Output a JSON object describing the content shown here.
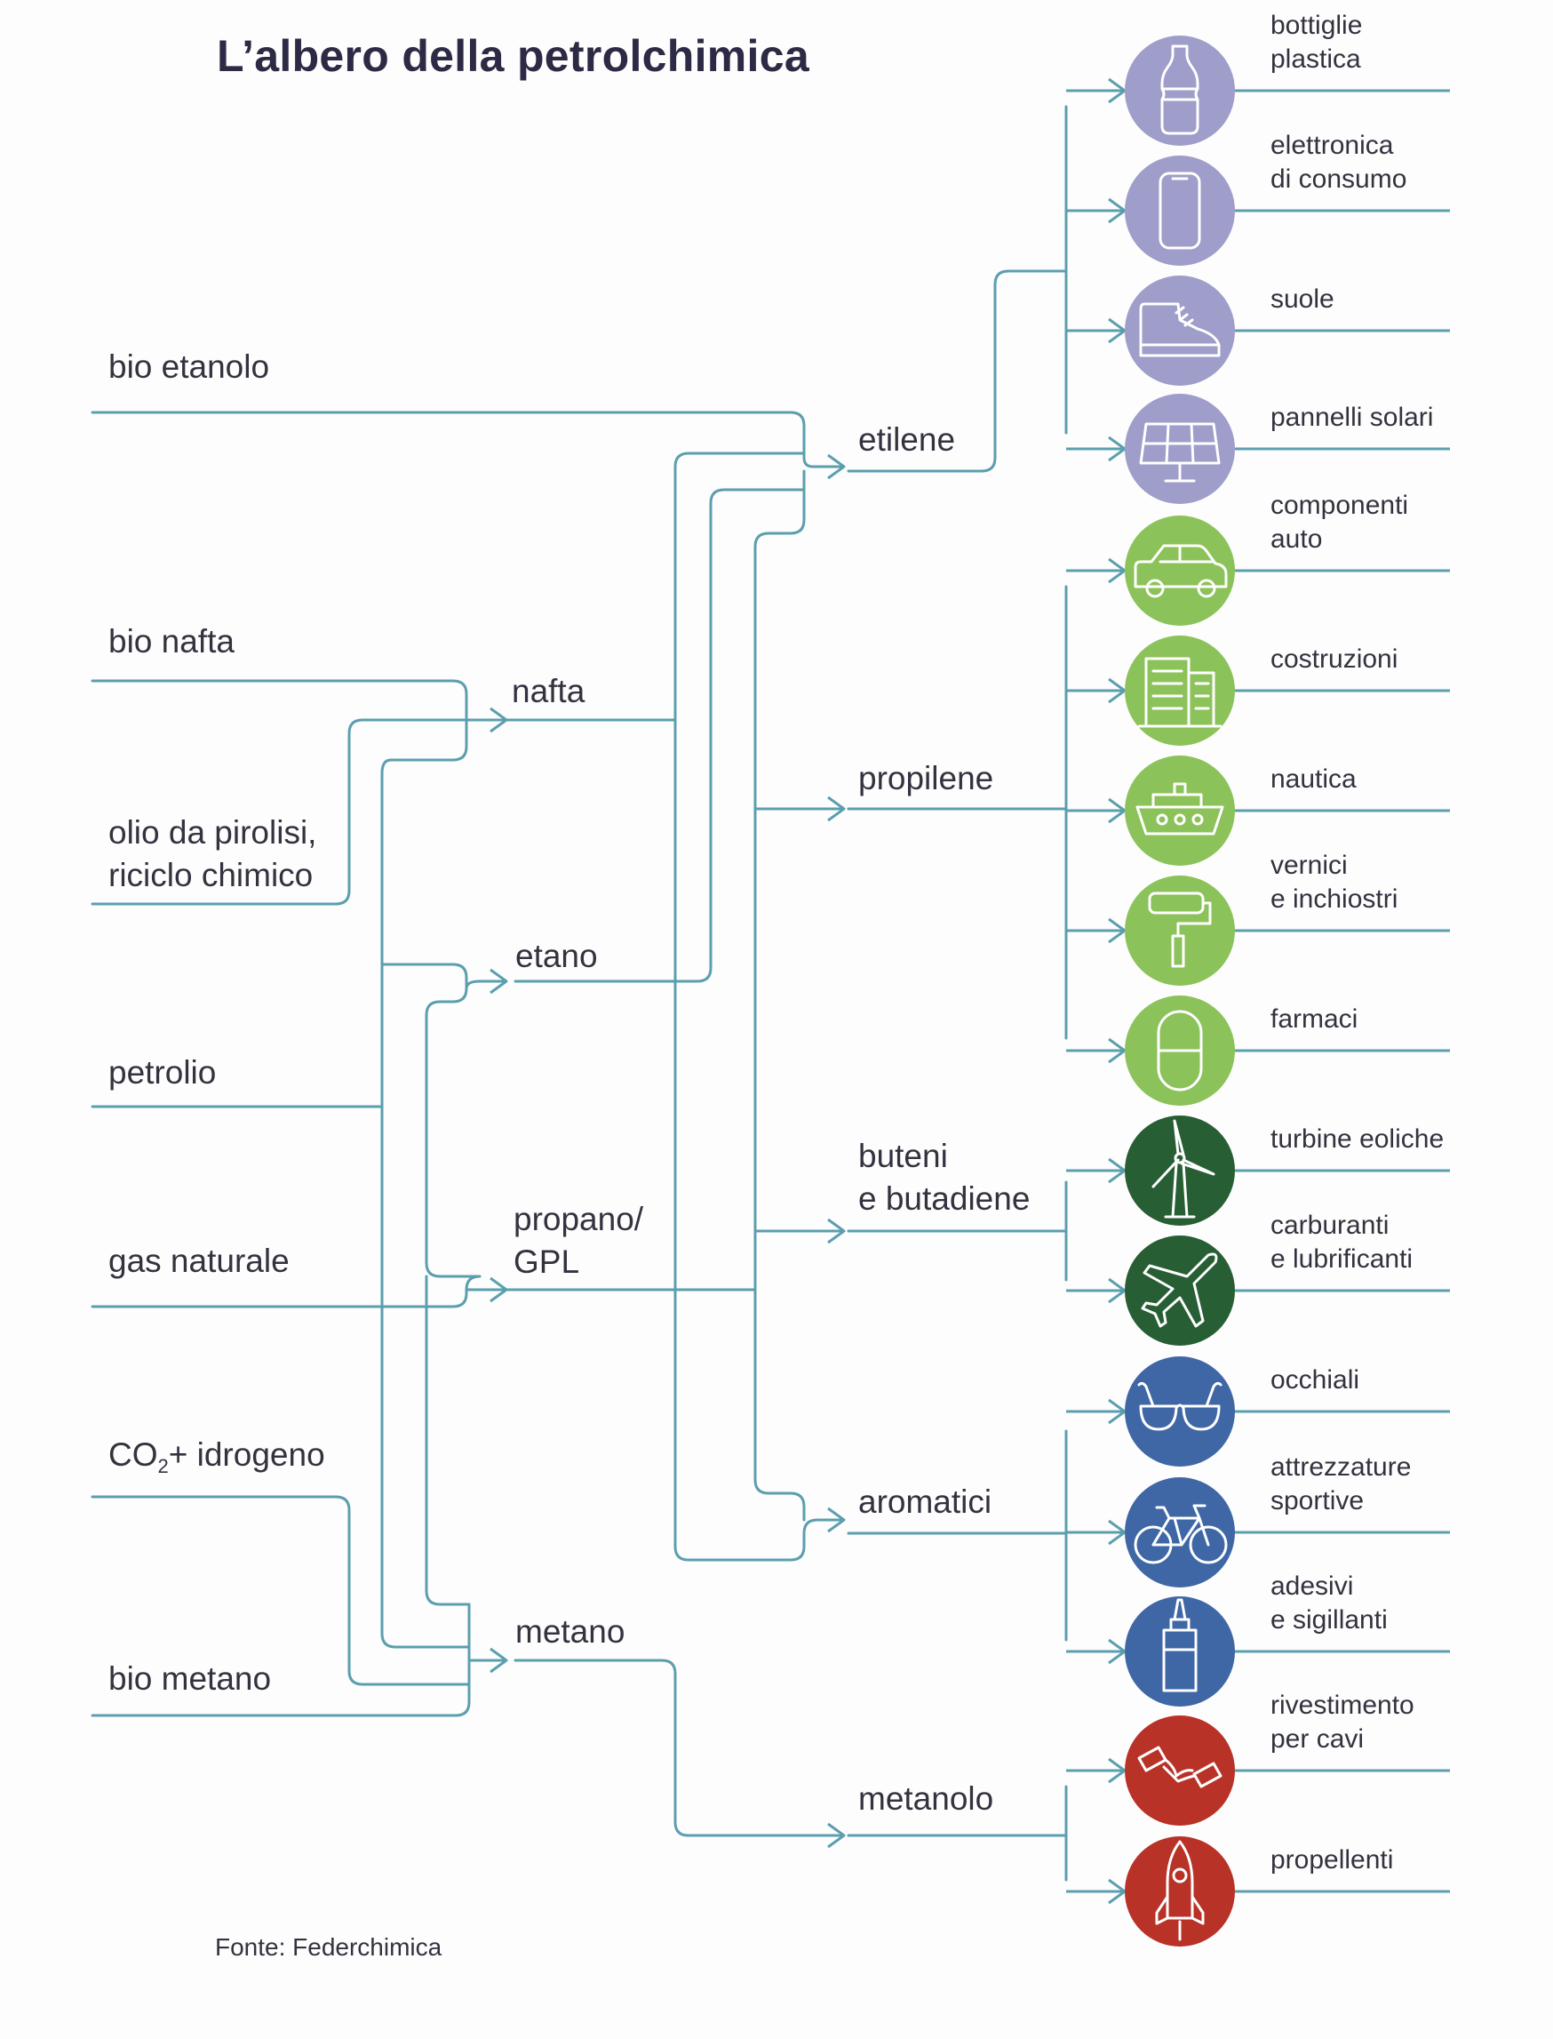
{
  "title": "L’albero della petrolchimica",
  "source_note": "Fonte: Federchimica",
  "colors": {
    "line": "#5b9fae",
    "title": "#2c2a44",
    "text": "#34323f",
    "purple": "#9f9dc9",
    "green": "#8cc25a",
    "dark_green": "#275e33",
    "blue": "#3f67a5",
    "red": "#b83228"
  },
  "sources": [
    {
      "id": "bio_etanolo",
      "label": "bio etanolo"
    },
    {
      "id": "bio_nafta",
      "label": "bio nafta"
    },
    {
      "id": "olio",
      "label_line1": "olio da pirolisi,",
      "label_line2": "riciclo chimico"
    },
    {
      "id": "petrolio",
      "label": "petrolio"
    },
    {
      "id": "gas_naturale",
      "label": "gas naturale"
    },
    {
      "id": "co2",
      "label_main": "CO",
      "label_sub": "2",
      "label_rest": "+ idrogeno"
    },
    {
      "id": "bio_metano",
      "label": "bio metano"
    }
  ],
  "feedstocks": [
    {
      "id": "nafta",
      "label": "nafta"
    },
    {
      "id": "etano",
      "label": "etano"
    },
    {
      "id": "propano",
      "label_line1": "propano/",
      "label_line2": "GPL"
    },
    {
      "id": "metano",
      "label": "metano"
    }
  ],
  "intermediates": [
    {
      "id": "etilene",
      "label": "etilene"
    },
    {
      "id": "propilene",
      "label": "propilene"
    },
    {
      "id": "buteni",
      "label_line1": "buteni",
      "label_line2": "e butadiene"
    },
    {
      "id": "aromatici",
      "label": "aromatici"
    },
    {
      "id": "metanolo",
      "label": "metanolo"
    }
  ],
  "products": [
    {
      "label_line1": "bottiglie",
      "label_line2": "plastica",
      "icon": "bottle-icon",
      "color": "purple"
    },
    {
      "label_line1": "elettronica",
      "label_line2": "di consumo",
      "icon": "smartphone-icon",
      "color": "purple"
    },
    {
      "label_line1": "suole",
      "label_line2": "",
      "icon": "shoe-icon",
      "color": "purple"
    },
    {
      "label_line1": "pannelli solari",
      "label_line2": "",
      "icon": "solar-panel-icon",
      "color": "purple"
    },
    {
      "label_line1": "componenti",
      "label_line2": "auto",
      "icon": "car-icon",
      "color": "green"
    },
    {
      "label_line1": "costruzioni",
      "label_line2": "",
      "icon": "buildings-icon",
      "color": "green"
    },
    {
      "label_line1": "nautica",
      "label_line2": "",
      "icon": "ship-icon",
      "color": "green"
    },
    {
      "label_line1": "vernici",
      "label_line2": "e inchiostri",
      "icon": "paint-roller-icon",
      "color": "green"
    },
    {
      "label_line1": "farmaci",
      "label_line2": "",
      "icon": "pill-icon",
      "color": "green"
    },
    {
      "label_line1": "turbine eoliche",
      "label_line2": "",
      "icon": "wind-turbine-icon",
      "color": "dark_green"
    },
    {
      "label_line1": "carburanti",
      "label_line2": "e lubrificanti",
      "icon": "airplane-icon",
      "color": "dark_green"
    },
    {
      "label_line1": "occhiali",
      "label_line2": "",
      "icon": "glasses-icon",
      "color": "blue"
    },
    {
      "label_line1": "attrezzature",
      "label_line2": "sportive",
      "icon": "bicycle-icon",
      "color": "blue"
    },
    {
      "label_line1": "adesivi",
      "label_line2": "e sigillanti",
      "icon": "glue-tube-icon",
      "color": "blue"
    },
    {
      "label_line1": "rivestimento",
      "label_line2": "per cavi",
      "icon": "cable-icon",
      "color": "red"
    },
    {
      "label_line1": "propellenti",
      "label_line2": "",
      "icon": "rocket-icon",
      "color": "red"
    }
  ]
}
